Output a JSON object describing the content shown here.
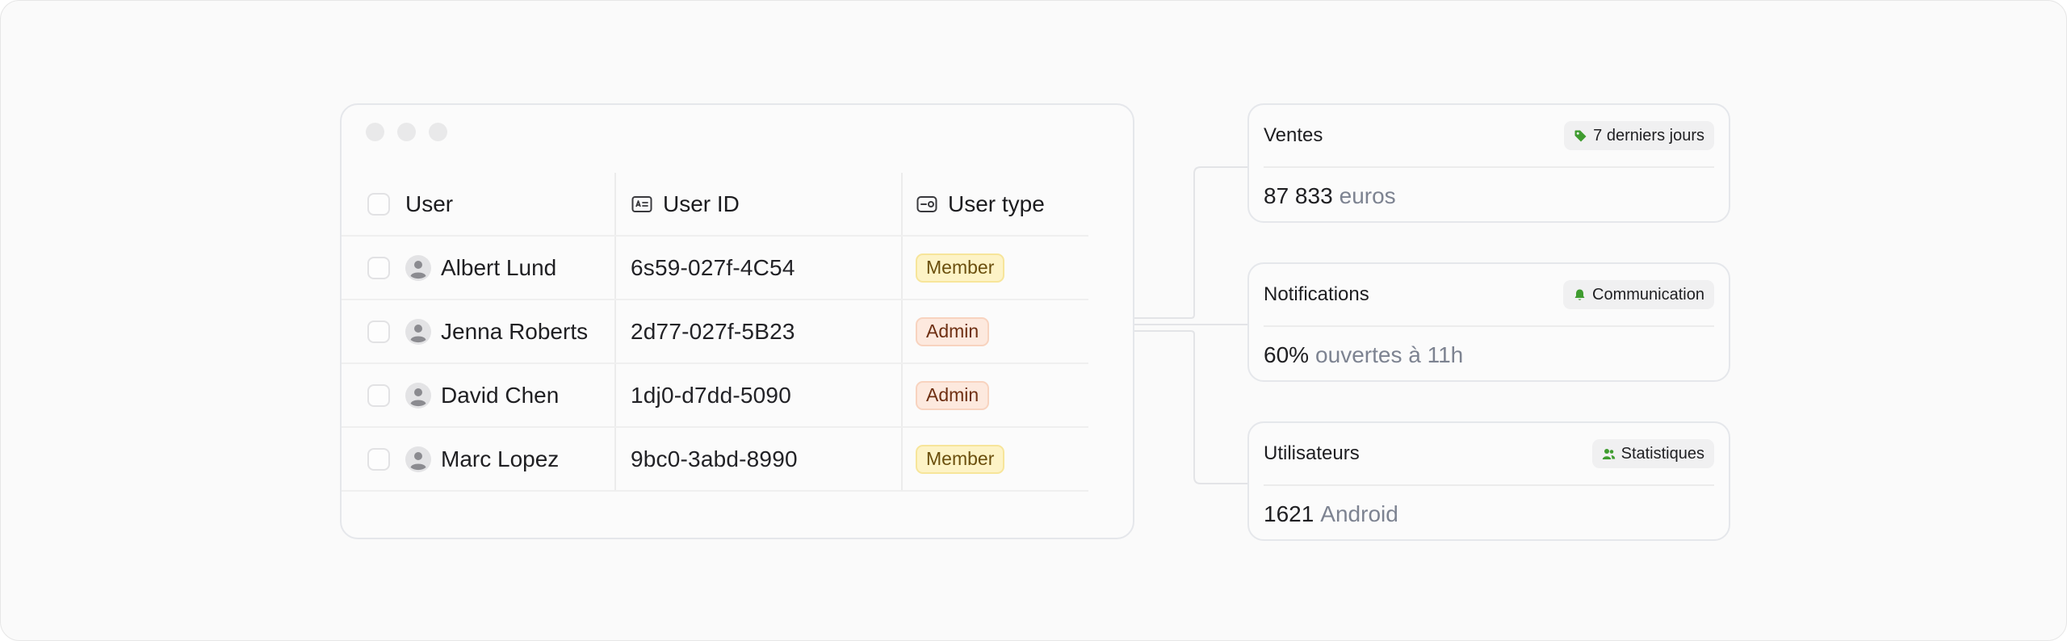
{
  "table": {
    "columns": [
      {
        "label": "User",
        "icon": "checkbox"
      },
      {
        "label": "User ID",
        "icon": "id-card-icon"
      },
      {
        "label": "User type",
        "icon": "toggle-icon"
      }
    ],
    "rows": [
      {
        "name": "Albert Lund",
        "id": "6s59-027f-4C54",
        "type": "Member"
      },
      {
        "name": "Jenna Roberts",
        "id": "2d77-027f-5B23",
        "type": "Admin"
      },
      {
        "name": "David Chen",
        "id": "1dj0-d7dd-5090",
        "type": "Admin"
      },
      {
        "name": "Marc Lopez",
        "id": "9bc0-3abd-8990",
        "type": "Member"
      }
    ]
  },
  "cards": [
    {
      "title": "Ventes",
      "tag": "7 derniers jours",
      "tag_icon": "tag-icon",
      "value": "87 833",
      "unit": "euros"
    },
    {
      "title": "Notifications",
      "tag": "Communication",
      "tag_icon": "bell-icon",
      "value": "60%",
      "unit": "ouvertes à 11h"
    },
    {
      "title": "Utilisateurs",
      "tag": "Statistiques",
      "tag_icon": "users-icon",
      "value": "1621",
      "unit": "Android"
    }
  ],
  "colors": {
    "accent_green": "#3f9c2f",
    "member_badge_bg": "#fdf3c6",
    "admin_badge_bg": "#fde9de",
    "muted_text": "#7d8391"
  }
}
